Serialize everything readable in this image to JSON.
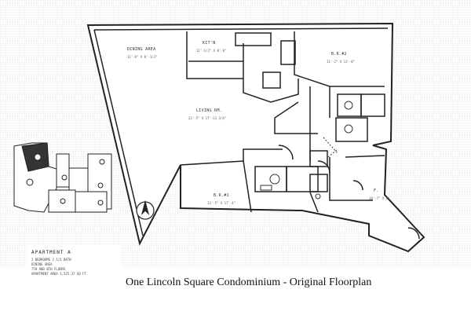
{
  "caption": "One Lincoln Square Condominium - Original Floorplan",
  "rooms": {
    "dining": {
      "label": "DINING AREA",
      "dim": "11'-6\" X 8'-1/2\""
    },
    "kitchen": {
      "label": "KIT'N",
      "dim": "12'-1/2\" X 8'-6\""
    },
    "bedroom_top": {
      "label": "B.R.#2",
      "dim": "11'-2\" X 13'-0\""
    },
    "living": {
      "label": "LIVING RM.",
      "dim": "22'-5\" X 17'-11 3/4\""
    },
    "bedroom_main": {
      "label": "B.R.#1",
      "dim": "13'-5\" X 17'-4\""
    },
    "foyer": {
      "label": "F.",
      "dim": "10'-7\" X 7'"
    }
  },
  "apartment": {
    "title": "APARTMENT A",
    "lines": [
      "2 BEDROOMS 2 1/2 BATH",
      "DINING AREA",
      "7TH AND 8TH FLOORS",
      "APARTMENT AREA 1,525.37 SQ FT."
    ]
  },
  "colors": {
    "ink": "#222222",
    "fill_dark": "#3a3a3a",
    "paper": "#ffffff"
  }
}
